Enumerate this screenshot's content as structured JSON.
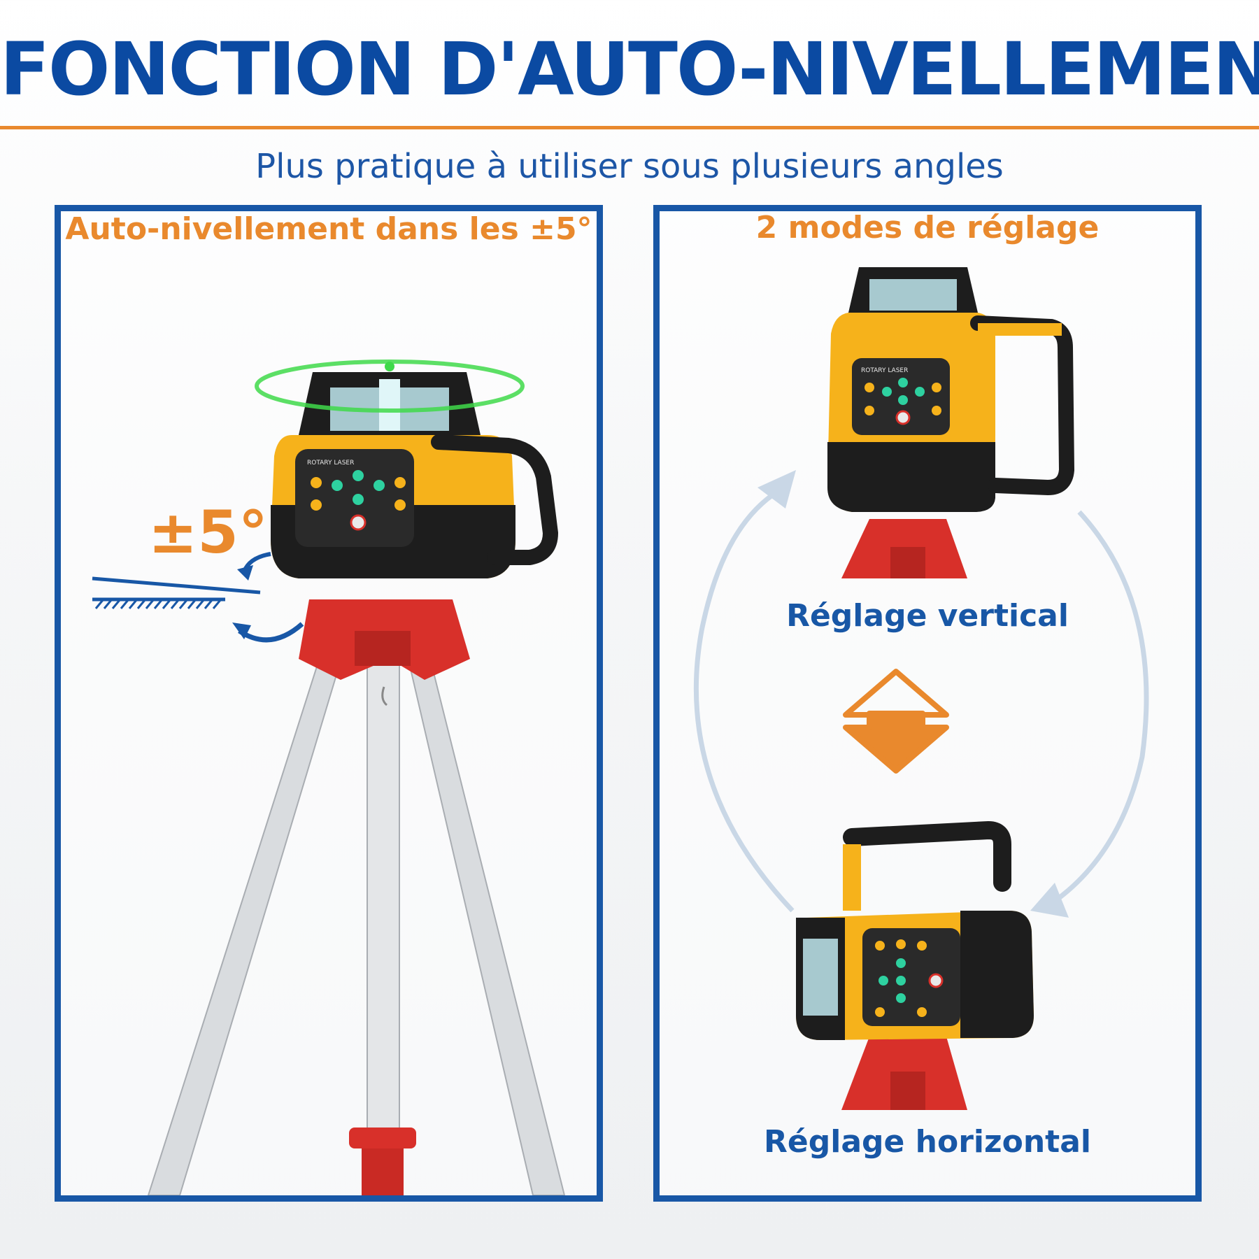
{
  "header": {
    "title": "FONCTION D'AUTO-NIVELLEMENT",
    "subtitle": "Plus pratique à utiliser sous plusieurs angles"
  },
  "left_panel": {
    "heading": "Auto-nivellement dans les ±5°",
    "angle_value": "±5°",
    "device_label": "ROTARY LASER"
  },
  "right_panel": {
    "heading": "2 modes de réglage",
    "mode_vertical": "Réglage vertical",
    "mode_horizontal": "Réglage horizontal",
    "device_label": "ROTARY LASER"
  },
  "colors": {
    "title_blue": "#0b4aa2",
    "accent_orange": "#e9892d",
    "frame_blue": "#1857a6",
    "device_yellow": "#f6b21b",
    "tripod_red": "#d8302a",
    "laser_green": "#3fd94a"
  },
  "icons": [
    "tilt-arrow-icon",
    "rotate-arrow-icon",
    "swap-arrows-icon",
    "cycle-arrow-icon",
    "laser-ring-icon"
  ]
}
